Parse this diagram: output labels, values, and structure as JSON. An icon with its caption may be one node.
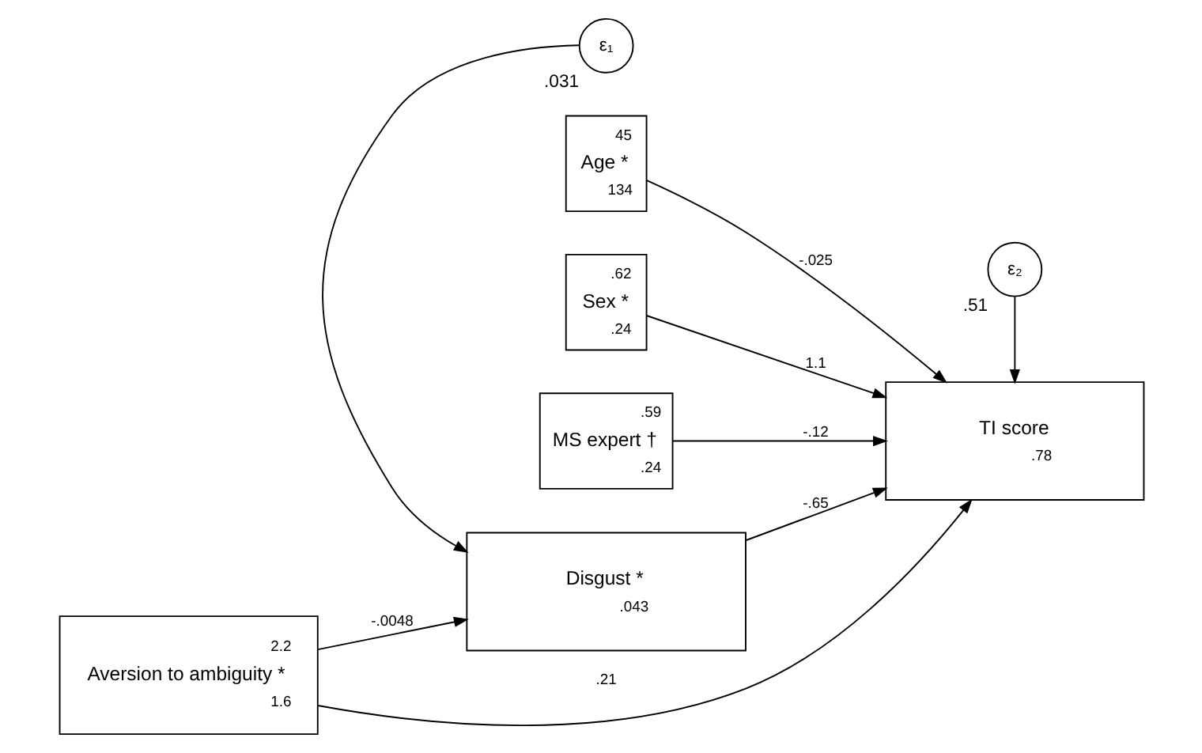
{
  "diagram": {
    "nodes": [
      {
        "text": [
          "Disgust *",
          ".043"
        ]
      },
      {
        "text": [
          "ε₁"
        ],
        "beside": [
          ".031"
        ]
      },
      {
        "text": [
          "2.2",
          "Aversion to ambiguity *",
          "1.6"
        ]
      },
      {
        "text": [
          "TI score",
          ".78"
        ]
      },
      {
        "text": [
          "ε₂"
        ],
        "beside": [
          ".51"
        ]
      },
      {
        "text": [
          "45",
          "Age *",
          "134"
        ]
      },
      {
        "text": [
          ".62",
          "Sex *",
          ".24"
        ]
      },
      {
        "text": [
          ".59",
          "MS expert †",
          ".24"
        ]
      }
    ],
    "edges": [
      {
        "from": 1,
        "to": 0,
        "arrow": "to"
      },
      {
        "from": 2,
        "to": 0,
        "arrow": "to",
        "label": "-.0048"
      },
      {
        "from": 0,
        "to": 3,
        "arrow": "to",
        "label": "-.65"
      },
      {
        "from": 2,
        "to": 3,
        "arrow": "to",
        "label": ".21"
      },
      {
        "from": 4,
        "to": 3,
        "arrow": "to"
      },
      {
        "from": 5,
        "to": 3,
        "arrow": "to",
        "label": "-.025"
      },
      {
        "from": 6,
        "to": 3,
        "arrow": "to",
        "label": "1.1"
      },
      {
        "from": 7,
        "to": 3,
        "arrow": "to",
        "label": "-.12"
      }
    ]
  }
}
